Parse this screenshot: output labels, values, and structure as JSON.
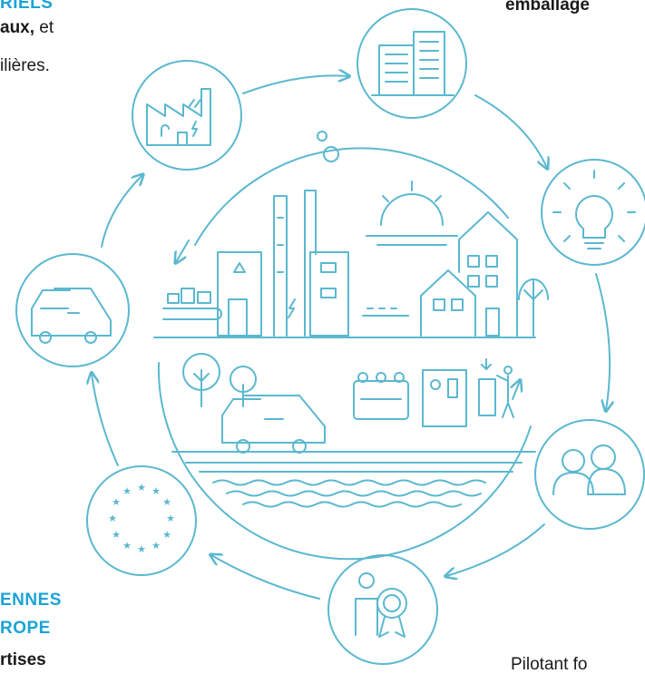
{
  "texts": {
    "top_left_heading": "RIELS",
    "top_left_line1_bold": "aux,",
    "top_left_line1_rest": " et",
    "top_left_line2": "ilières.",
    "top_right_heading": "emballage",
    "bottom_left_line1": "ENNES",
    "bottom_left_line2": "ROPE",
    "bottom_left_line3": "rtises",
    "bottom_right_text": "Pilotant fo"
  },
  "icons": {
    "factory": "factory-icon",
    "buildings": "office-buildings-icon",
    "lightbulb": "lightbulb-icon",
    "people": "people-icon",
    "award": "award-person-icon",
    "eu": "eu-stars-icon",
    "truck": "delivery-truck-icon",
    "city": "circular-city-illustration"
  },
  "colors": {
    "line": "#5bb8cf",
    "heading_blue": "#1ba3d6",
    "text": "#1a1a1a"
  }
}
